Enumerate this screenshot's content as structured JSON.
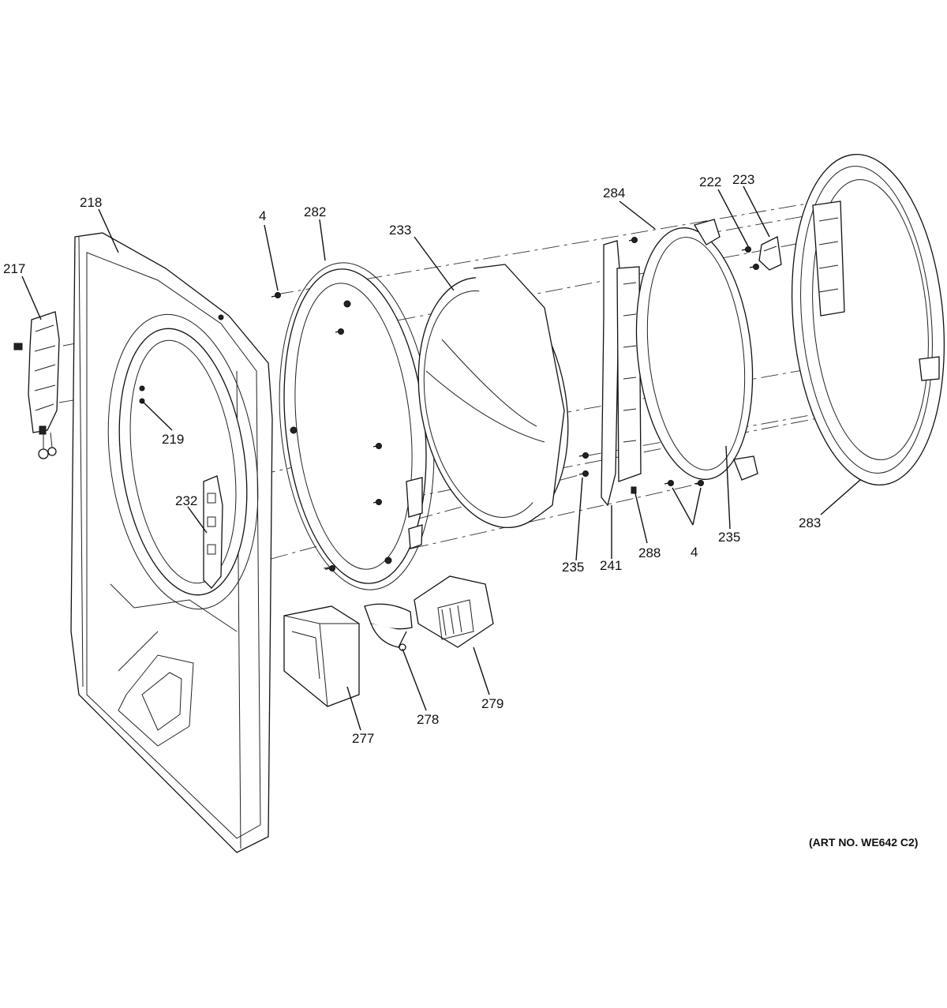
{
  "art_number": "(ART NO. WE642 C2)",
  "callouts": {
    "c217": "217",
    "c218": "218",
    "c219": "219",
    "c232": "232",
    "c4a": "4",
    "c282": "282",
    "c233": "233",
    "c284": "284",
    "c222": "222",
    "c223": "223",
    "c283": "283",
    "c235a": "235",
    "c241": "241",
    "c288": "288",
    "c4b": "4",
    "c235b": "235",
    "c277": "277",
    "c278": "278",
    "c279": "279"
  }
}
